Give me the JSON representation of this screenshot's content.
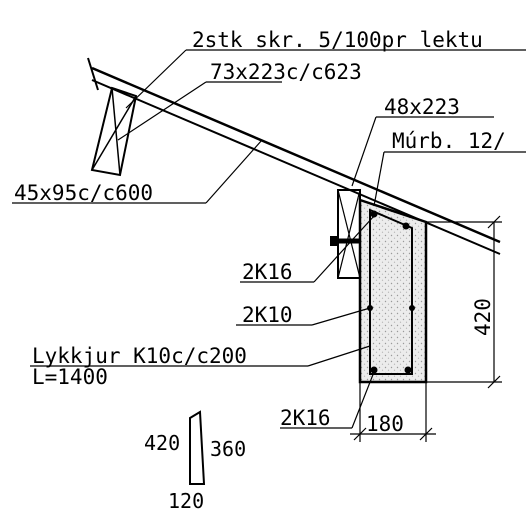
{
  "labels": {
    "screws": "2stk skr. 5/100pr lektu",
    "rafter": "73x223c/c623",
    "beam": "48x223",
    "masonry": "Múrb. 12/",
    "purlin": "45x95c/c600",
    "rebar_top": "2K16",
    "rebar_mid": "2K10",
    "stirrups_line1": "Lykkjur K10c/c200",
    "stirrups_line2": "L=1400",
    "rebar_bottom": "2K16"
  },
  "dimensions": {
    "height": "420",
    "width": "180",
    "stirrup_left": "420",
    "stirrup_right": "360",
    "stirrup_bottom": "120"
  }
}
